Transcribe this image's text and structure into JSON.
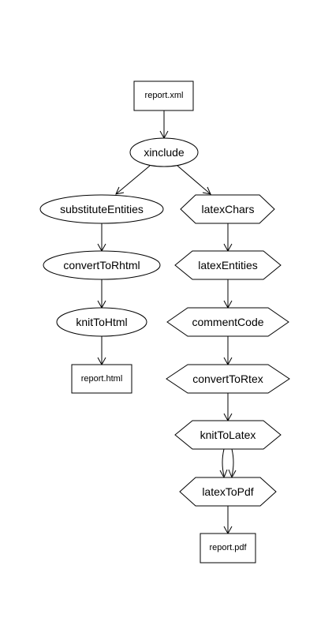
{
  "diagram": {
    "nodes": {
      "report_xml": "report.xml",
      "xinclude": "xinclude",
      "substitute_entities": "substituteEntities",
      "convert_to_rhtml": "convertToRhtml",
      "knit_to_html": "knitToHtml",
      "report_html": "report.html",
      "latex_chars": "latexChars",
      "latex_entities": "latexEntities",
      "comment_code": "commentCode",
      "convert_to_rtex": "convertToRtex",
      "knit_to_latex": "knitToLatex",
      "latex_to_pdf": "latexToPdf",
      "report_pdf": "report.pdf"
    },
    "edges": [
      {
        "from": "report_xml",
        "to": "xinclude"
      },
      {
        "from": "xinclude",
        "to": "substitute_entities"
      },
      {
        "from": "xinclude",
        "to": "latex_chars"
      },
      {
        "from": "substitute_entities",
        "to": "convert_to_rhtml"
      },
      {
        "from": "convert_to_rhtml",
        "to": "knit_to_html"
      },
      {
        "from": "knit_to_html",
        "to": "report_html"
      },
      {
        "from": "latex_chars",
        "to": "latex_entities"
      },
      {
        "from": "latex_entities",
        "to": "comment_code"
      },
      {
        "from": "comment_code",
        "to": "convert_to_rtex"
      },
      {
        "from": "convert_to_rtex",
        "to": "knit_to_latex"
      },
      {
        "from": "knit_to_latex",
        "to": "latex_to_pdf"
      },
      {
        "from": "knit_to_latex",
        "to": "latex_to_pdf"
      },
      {
        "from": "latex_to_pdf",
        "to": "report_pdf"
      }
    ]
  }
}
